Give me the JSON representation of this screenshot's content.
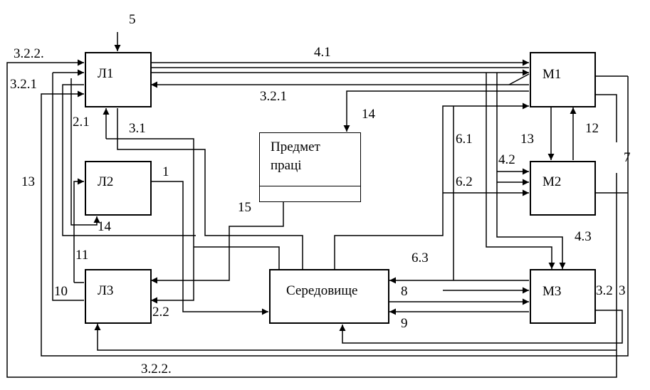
{
  "blocks": {
    "l1": "Л1",
    "l2": "Л2",
    "l3": "Л3",
    "m1": "М1",
    "m2": "М2",
    "m3": "М3",
    "environment": "Середовище",
    "subject_line1": "Предмет",
    "subject_line2": "праці"
  },
  "labels": {
    "in_5": "5",
    "top_41": "4.1",
    "top_321": "3.2.1",
    "top_14": "14",
    "left_322": "3.2.2.",
    "left_321": "3.2.1",
    "l_21": "2.1",
    "l_31": "3.1",
    "left_13": "13",
    "l2_1": "1",
    "mid_15": "15",
    "l2_14": "14",
    "l3_11": "11",
    "l3_10": "10",
    "l3_22": "2.2",
    "bottom_322": "3.2.2.",
    "m_61": "6.1",
    "m_62": "6.2",
    "m_63": "6.3",
    "m_42": "4.2",
    "m_43": "4.3",
    "m_13": "13",
    "m_12": "12",
    "right_7": "7",
    "m3_3": "3",
    "m3_32": "3.2",
    "env_8": "8",
    "env_9": "9"
  }
}
